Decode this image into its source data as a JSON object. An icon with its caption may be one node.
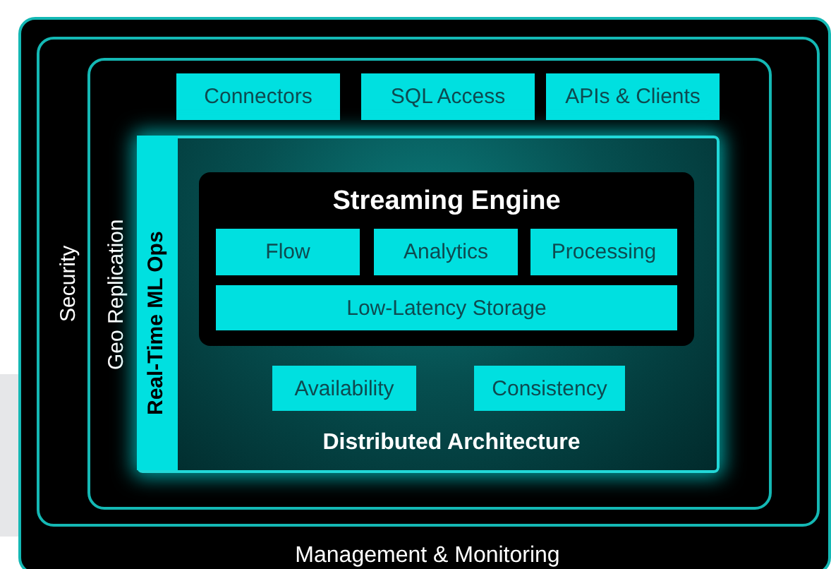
{
  "diagram": {
    "nodes": [
      {
        "text": [
          "Management & Monitoring"
        ]
      },
      {
        "text": [
          "Security"
        ],
        "in": 0
      },
      {
        "text": [
          "Geo Replication"
        ],
        "in": 1
      },
      {
        "text": [
          "Connectors"
        ],
        "in": 2
      },
      {
        "text": [
          "SQL Access"
        ],
        "in": 2
      },
      {
        "text": [
          "APIs & Clients"
        ],
        "in": 2
      },
      {
        "text": [
          "Distributed Architecture"
        ],
        "in": 2
      },
      {
        "text": [
          "Real-Time ML Ops"
        ],
        "in": 6
      },
      {
        "text": [
          "Streaming Engine"
        ],
        "in": 6
      },
      {
        "text": [
          "Flow"
        ],
        "in": 8
      },
      {
        "text": [
          "Analytics"
        ],
        "in": 8
      },
      {
        "text": [
          "Processing"
        ],
        "in": 8
      },
      {
        "text": [
          "Low-Latency Storage"
        ],
        "in": 8
      },
      {
        "text": [
          "Availability"
        ],
        "in": 6
      },
      {
        "text": [
          "Consistency"
        ],
        "in": 6
      }
    ]
  }
}
